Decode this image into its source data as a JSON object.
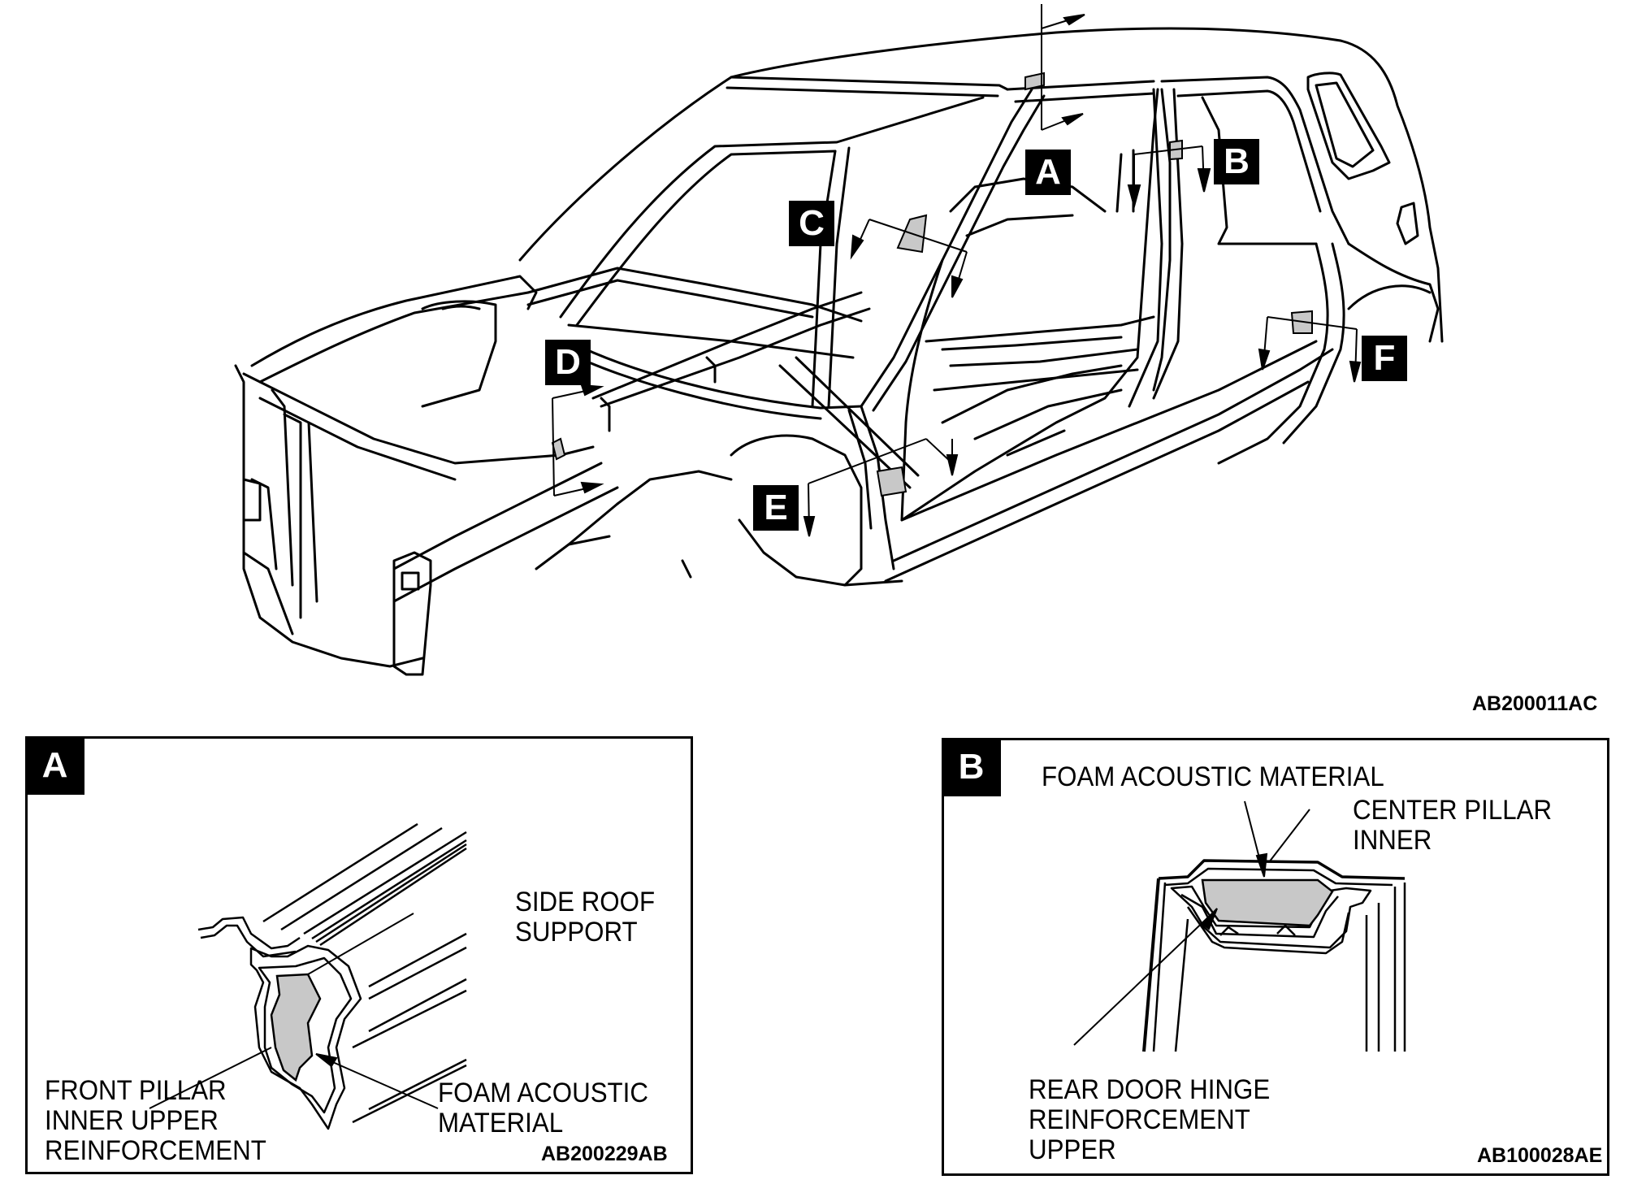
{
  "main_figure": {
    "description": "Vehicle body shell isometric line drawing with acoustic foam locations",
    "figure_code": "AB200011AC",
    "callouts": [
      "A",
      "B",
      "C",
      "D",
      "E",
      "F"
    ],
    "foam_fill_color": "#c8c8c8",
    "line_color": "#000000"
  },
  "panel_a": {
    "tag": "A",
    "labels": {
      "side_roof_support": "SIDE ROOF\nSUPPORT",
      "front_pillar": "FRONT PILLAR\nINNER UPPER\nREINFORCEMENT",
      "foam": "FOAM ACOUSTIC\nMATERIAL"
    },
    "figure_code": "AB200229AB"
  },
  "panel_b": {
    "tag": "B",
    "labels": {
      "foam": "FOAM ACOUSTIC MATERIAL",
      "center_pillar": "CENTER PILLAR\nINNER",
      "rear_door_hinge": "REAR DOOR HINGE\nREINFORCEMENT\nUPPER"
    },
    "figure_code": "AB100028AE"
  }
}
